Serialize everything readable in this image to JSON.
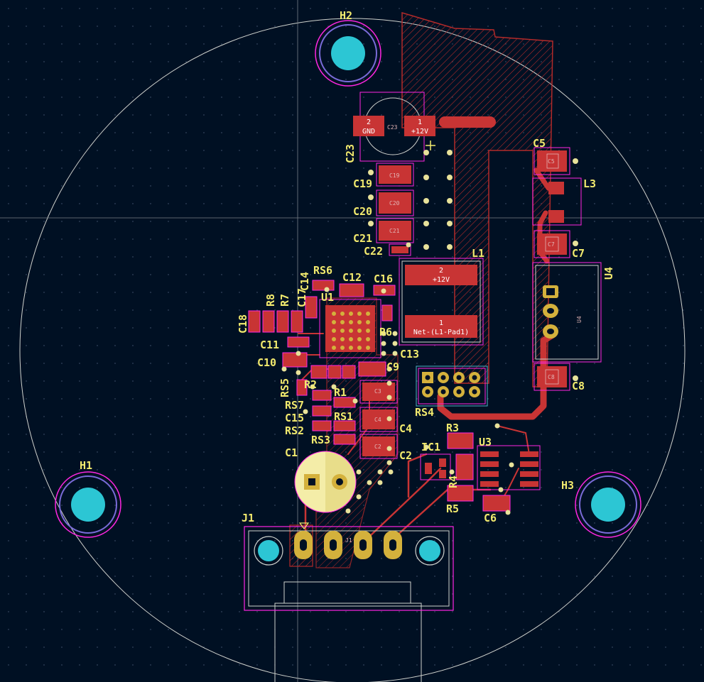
{
  "colors": {
    "background": "#001023",
    "copper": "#c83434",
    "silk": "#f2ea6e",
    "courtyard": "#ff26e2",
    "fab": "#e2b4b4",
    "via": "#e8e29a",
    "hole": "#2cc6d4",
    "edge": "#d0d2cd",
    "zone_hatch": "#b22a2a"
  },
  "refs": {
    "H1": "H1",
    "H2": "H2",
    "H3": "H3",
    "J1": "J1",
    "L1": "L1",
    "L3": "L3",
    "U1": "U1",
    "U3": "U3",
    "U4": "U4",
    "IC1": "IC1",
    "C1": "C1",
    "C2": "C2",
    "C4": "C4",
    "C5": "C5",
    "C6": "C6",
    "C7": "C7",
    "C8": "C8",
    "C9": "C9",
    "C10": "C10",
    "C11": "C11",
    "C12": "C12",
    "C13": "C13",
    "C14": "C14",
    "C15": "C15",
    "C16": "C16",
    "C17": "C17",
    "C18": "C18",
    "C19": "C19",
    "C20": "C20",
    "C21": "C21",
    "C22": "C22",
    "C23": "C23",
    "R1": "R1",
    "R2": "R2",
    "R3": "R3",
    "R4": "R4",
    "R5": "R5",
    "R6": "R6",
    "R7": "R7",
    "R8": "R8",
    "RS1": "RS1",
    "RS2": "RS2",
    "RS3": "RS3",
    "RS4": "RS4",
    "RS5": "RS5",
    "RS6": "RS6",
    "RS7": "RS7"
  },
  "fab": {
    "C23": "C23",
    "C19": "C19",
    "C20": "C20",
    "C21": "C21",
    "C5": "C5",
    "C7": "C7",
    "C8": "C8",
    "U4": "U4",
    "C3": "C3",
    "C4": "C4",
    "C2": "C2",
    "J1": "J1"
  },
  "pads": {
    "c23_pad2_num": "2",
    "c23_pad2_net": "GND",
    "c23_pad1_num": "1",
    "c23_pad1_net": "+12V",
    "l1_pad2_num": "2",
    "l1_pad2_net": "+12V",
    "l1_pad1_num": "1",
    "l1_pad1_net": "Net-(L1-Pad1)"
  }
}
